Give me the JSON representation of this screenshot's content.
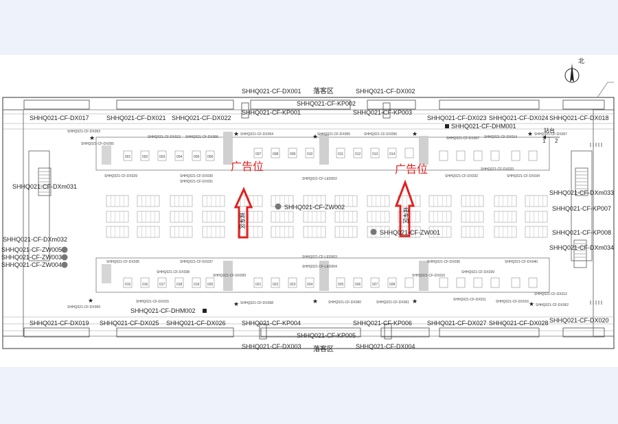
{
  "labels": {
    "top_area": "落客区",
    "bottom_area": "落客区",
    "north": "北",
    "ad_left": "广告位",
    "ad_right": "广告位",
    "queue_left": "候车区",
    "queue_right": "候车区"
  },
  "codes_top": {
    "dx001": "SHHQ021-CF-DX001",
    "dx002": "SHHQ021-CF-DX002",
    "kp002": "SHHQ021-CF-KP002",
    "kp001": "SHHQ021-CF-KP001",
    "kp003": "SHHQ021-CF-KP003",
    "dx017": "SHHQ021-CF-DX017",
    "dx021": "SHHQ021-CF-DX021",
    "dx022": "SHHQ021-CF-DX022",
    "dx023": "SHHQ021-CF-DX023",
    "dx024": "SHHQ021-CF-DX024",
    "dx018": "SHHQ021-CF-DX018",
    "dhm001": "SHHQ021-CF-DHM001"
  },
  "codes_mid": {
    "dxm031": "SHHQ021-CF-DXm031",
    "dxm032": "SHHQ021-CF-DXm032",
    "zw005": "SHHQ021-CF-ZW005",
    "zw003": "SHHQ021-CF-ZW003",
    "zw004": "SHHQ021-CF-ZW004",
    "zw002": "SHHQ021-CF-ZW002",
    "zw001": "SHHQ021-CF-ZW001",
    "dxm033": "SHHQ021-CF-DXm033",
    "kp007": "SHHQ021-CF-KP007",
    "kp008": "SHHQ021-CF-KP008",
    "dxm034": "SHHQ021-CF-DXm034"
  },
  "codes_bottom": {
    "dhm002": "SHHQ021-CF-DHM002",
    "dx019": "SHHQ021-CF-DX019",
    "dx025": "SHHQ021-CF-DX025",
    "dx026": "SHHQ021-CF-DX026",
    "kp004": "SHHQ021-CF-KP004",
    "kp006": "SHHQ021-CF-KP006",
    "kp005": "SHHQ021-CF-KP005",
    "dx027": "SHHQ021-CF-DX027",
    "dx028": "SHHQ021-CF-DX028",
    "dx020": "SHHQ021-CF-DX020",
    "dx003": "SHHQ021-CF-DX003",
    "dx004": "SHHQ021-CF-DX004"
  },
  "small_top": [
    "SHHQ021-CF-DX053",
    "SHHQ021-CF-DX055",
    "SHHQ021-CF-DX013",
    "SHHQ021-CF-DX006",
    "SHHQ021-CF-DX054",
    "SHHQ021-CF-DX055",
    "SHHQ021-CF-DX056",
    "SHHQ021-CF-DX007",
    "SHHQ021-CF-DX014",
    "SHHQ021-CF-DX057",
    "SHHQ021-CF-DX029",
    "SHHQ021-CF-DX030",
    "SHHQ021-CF-DX031",
    "SHHQ021-CF-DX032",
    "SHHQ021-CF-DX033",
    "SHHQ021-CF-DX034",
    "SHHQ021-CF-LED002"
  ],
  "small_bottom": [
    "SHHQ021-CF-DX035",
    "SHHQ021-CF-DX037",
    "SHHQ021-CF-DX038",
    "SHHQ021-CF-DX036",
    "SHHQ021-CF-DX040",
    "SHHQ021-CF-DX039",
    "SHHQ021-CF-DX009",
    "SHHQ021-CF-DX010",
    "SHHQ021-CF-DX059",
    "SHHQ021-CF-DX015",
    "SHHQ021-CF-DX058",
    "SHHQ021-CF-DX060",
    "SHHQ021-CF-DX061",
    "SHHQ021-CF-DX011",
    "SHHQ021-CF-DX016",
    "SHHQ021-CF-DX012",
    "SHHQ021-CF-DX062",
    "SHHQ021-CF-LED003",
    "SHHQ021-CF-LED004"
  ],
  "gate_top": [
    "001",
    "002",
    "003",
    "004",
    "005",
    "006",
    "007",
    "008",
    "009",
    "010",
    "011",
    "012",
    "013",
    "014"
  ],
  "gate_bottom": [
    "015",
    "016",
    "017",
    "018",
    "019",
    "020",
    "021",
    "022",
    "023",
    "024",
    "025",
    "026",
    "027",
    "028"
  ],
  "misc": {
    "platform": "站台",
    "one": "1",
    "two": "2"
  }
}
